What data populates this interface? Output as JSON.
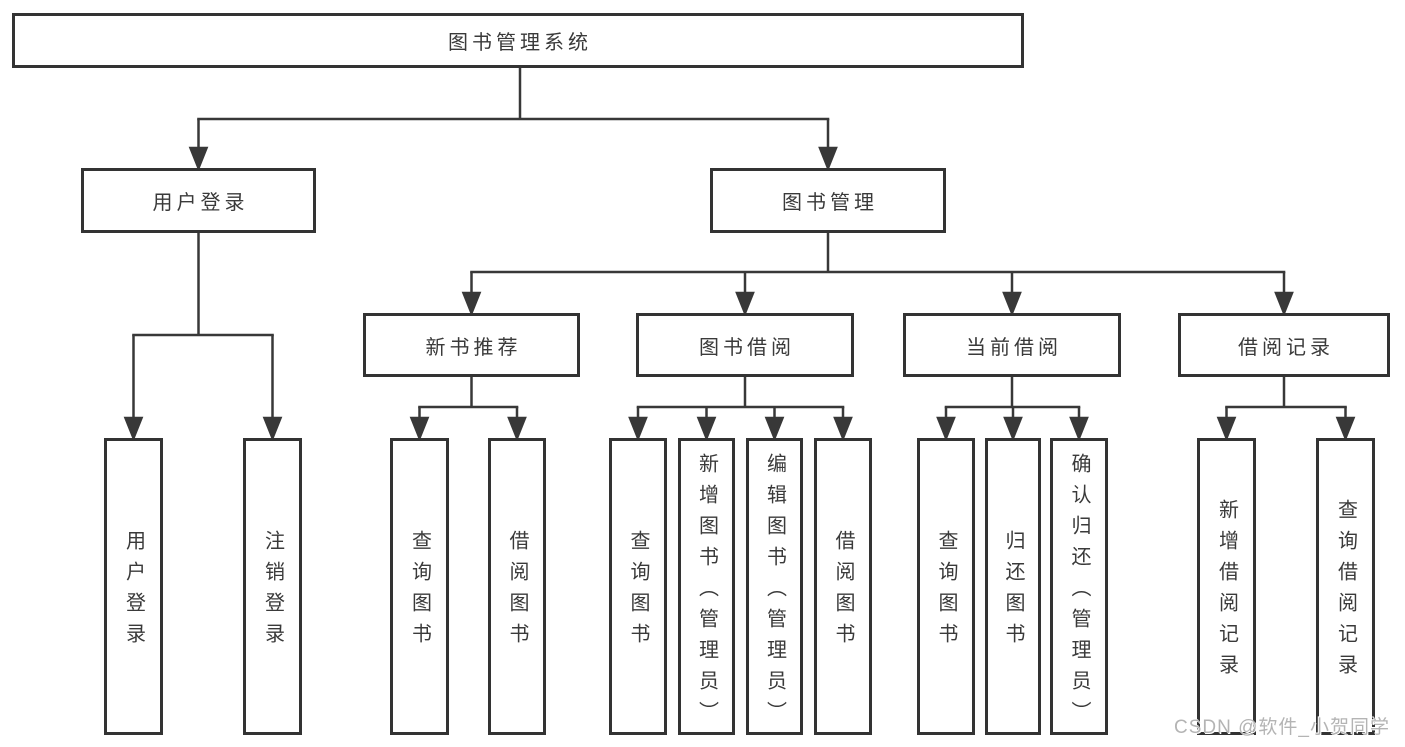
{
  "diagram": {
    "root": {
      "label": "图书管理系统"
    },
    "level2": [
      {
        "label": "用户登录"
      },
      {
        "label": "图书管理"
      }
    ],
    "level3": [
      {
        "label": "新书推荐"
      },
      {
        "label": "图书借阅"
      },
      {
        "label": "当前借阅"
      },
      {
        "label": "借阅记录"
      }
    ],
    "leaves": {
      "user_login": [
        {
          "label": "用户登录"
        },
        {
          "label": "注销登录"
        }
      ],
      "new_books": [
        {
          "label": "查询图书"
        },
        {
          "label": "借阅图书"
        }
      ],
      "book_borrow": [
        {
          "label": "查询图书"
        },
        {
          "label": "新增图书（管理员）"
        },
        {
          "label": "编辑图书（管理员）"
        },
        {
          "label": "借阅图书"
        }
      ],
      "current_borrow": [
        {
          "label": "查询图书"
        },
        {
          "label": "归还图书"
        },
        {
          "label": "确认归还（管理员）"
        }
      ],
      "borrow_records": [
        {
          "label": "新增借阅记录"
        },
        {
          "label": "查询借阅记录"
        }
      ]
    },
    "colors": {
      "line": "#383838",
      "box_border": "#333333",
      "text": "#3a3a3a",
      "background": "#ffffff",
      "watermark": "#b4b4b4"
    }
  },
  "watermark": {
    "text": "CSDN @软件_小贺同学"
  }
}
